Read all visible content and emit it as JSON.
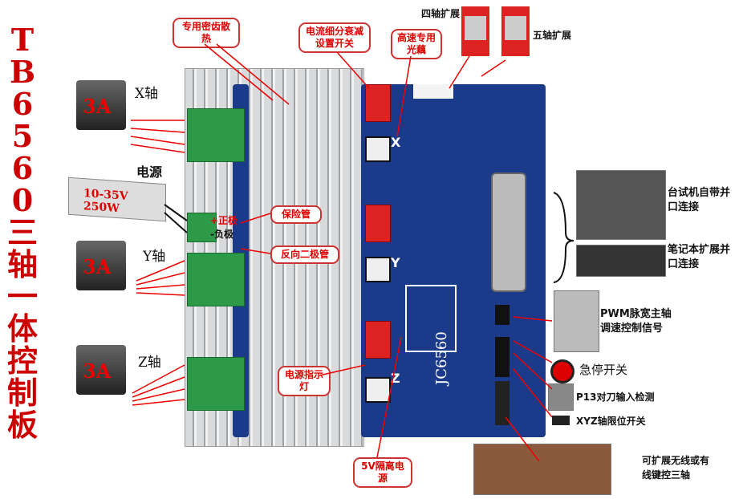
{
  "title": "TB6560三轴一体控制板",
  "motors": [
    {
      "axis": "X轴",
      "current": "3A"
    },
    {
      "axis": "Y轴",
      "current": "3A"
    },
    {
      "axis": "Z轴",
      "current": "3A"
    }
  ],
  "power": {
    "label": "电源",
    "spec": "10-35V 250W",
    "positive": "+正极",
    "negative": "-负极"
  },
  "callouts": {
    "heatsink": "专用密齿散热",
    "dip": "电流细分衰减设置开关",
    "opto": "高速专用光藕",
    "fuse": "保险管",
    "diode": "反向二极管",
    "power_led": "电源指示灯",
    "isolated": "5V隔离电源"
  },
  "expansion": {
    "fourth": "四轴扩展",
    "fifth": "五轴扩展"
  },
  "parallel": {
    "desktop": "台试机自带并口连接",
    "laptop": "笔记本扩展并口连接"
  },
  "io": {
    "pwm": "PWM脉宽主轴调速控制信号",
    "estop": "急停开关",
    "probe": "P13对刀输入检测",
    "limit": "XYZ轴限位开关",
    "keypad": "可扩展无线或有线键控三轴"
  },
  "board": {
    "model": "JC6560",
    "axis_labels": [
      "X",
      "Y",
      "Z"
    ]
  },
  "colors": {
    "accent": "#cc0000",
    "pcb": "#1b3a8a",
    "terminal": "#2d9a4a"
  }
}
